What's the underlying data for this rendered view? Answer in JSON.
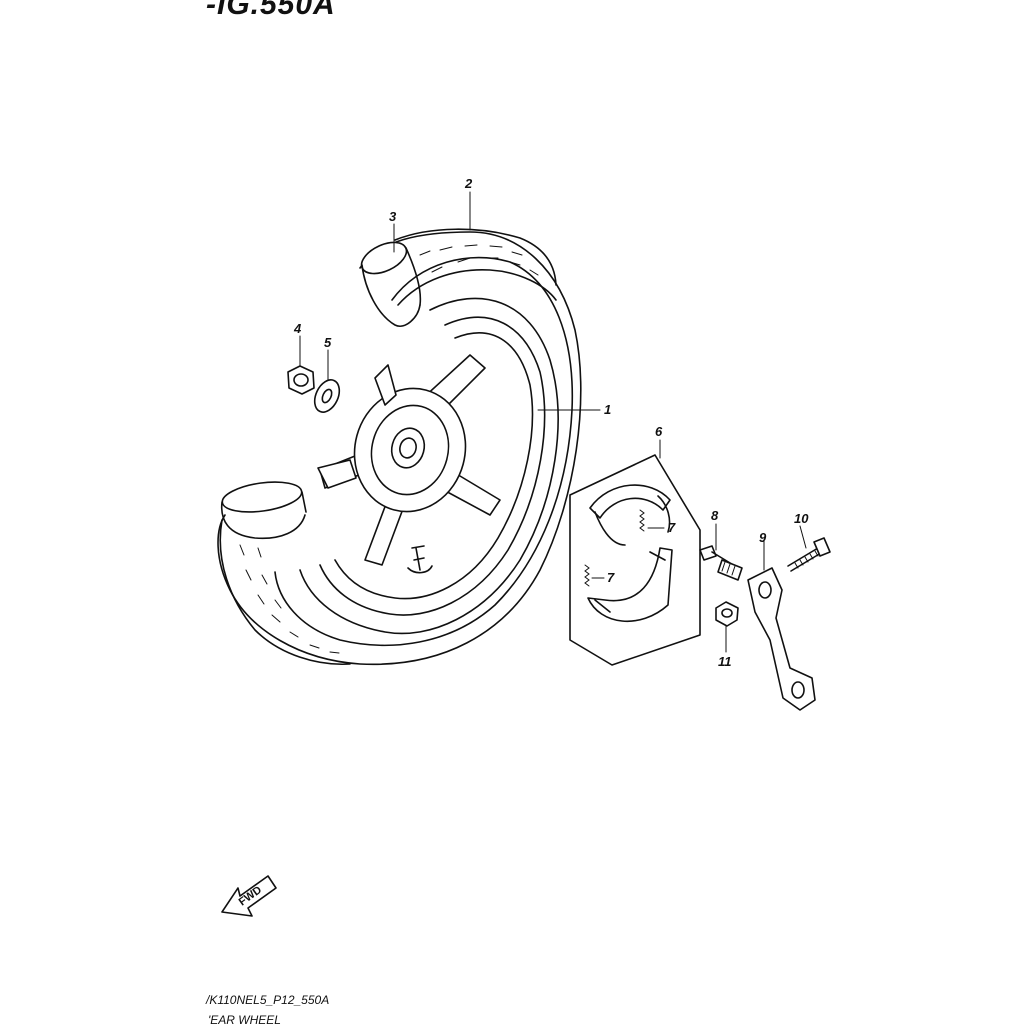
{
  "figure": {
    "title": "-IG.550A",
    "code": "/K110NEL5_P12_550A",
    "caption": "'EAR WHEEL"
  },
  "callouts": {
    "c1": "1",
    "c2": "2",
    "c3": "3",
    "c4": "4",
    "c5": "5",
    "c6": "6",
    "c7a": "7",
    "c7b": "7",
    "c8": "8",
    "c9": "9",
    "c10": "10",
    "c11": "11"
  },
  "fwd_label": "FWD"
}
